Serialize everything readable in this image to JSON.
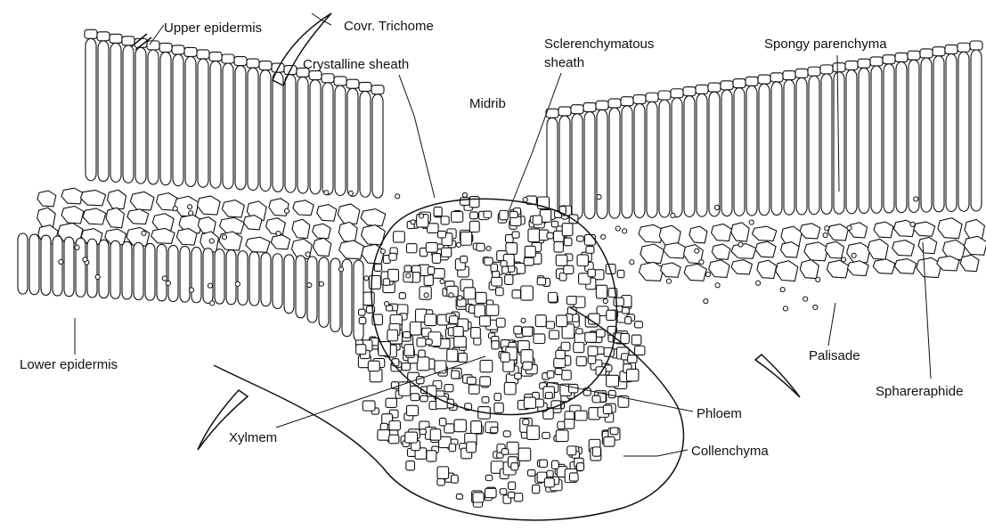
{
  "labels": {
    "upper_epidermis": "Upper epidermis",
    "covr_trichome": "Covr. Trichome",
    "crystalline_sheath": "Crystalline sheath",
    "sclerenchymatous_sheath_line1": "Sclerenchymatous",
    "sclerenchymatous_sheath_line2": "sheath",
    "midrib": "Midrib",
    "spongy_parenchyma": "Spongy parenchyma",
    "lower_epidermis": "Lower epidermis",
    "palisade": "Palisade",
    "sphareraphide": "Sphareraphide",
    "xylmem": "Xylmem",
    "phloem": "Phloem",
    "collenchyma": "Collenchyma"
  }
}
